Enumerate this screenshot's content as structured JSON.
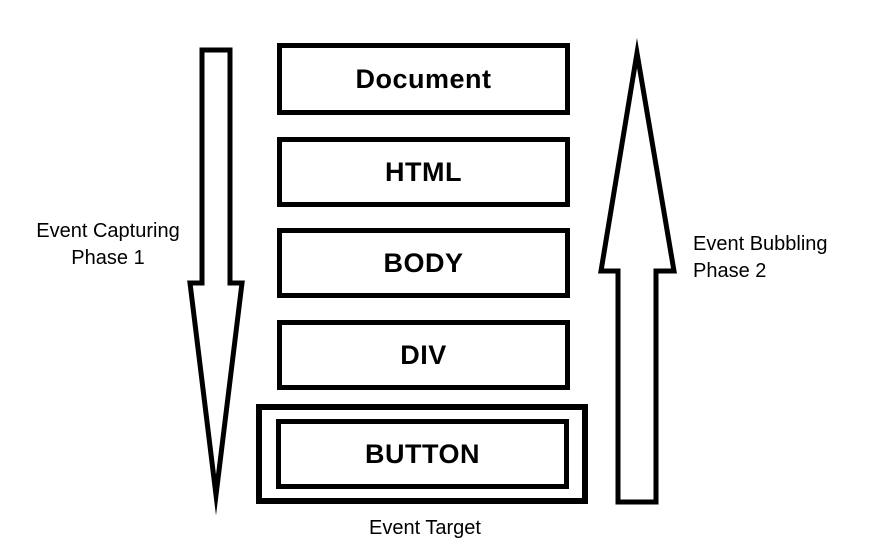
{
  "diagram": {
    "layers": [
      {
        "label": "Document"
      },
      {
        "label": "HTML"
      },
      {
        "label": "BODY"
      },
      {
        "label": "DIV"
      },
      {
        "label": "BUTTON"
      }
    ],
    "capturing_label": {
      "line1": "Event Capturing",
      "line2": "Phase 1"
    },
    "bubbling_label": {
      "line1": "Event Bubbling",
      "line2": "Phase 2"
    },
    "target_label": "Event Target",
    "icons": {
      "left_arrow": "arrow-down-icon",
      "right_arrow": "arrow-up-icon"
    },
    "colors": {
      "line": "#000000",
      "fill": "#ffffff",
      "text": "#000000"
    }
  }
}
